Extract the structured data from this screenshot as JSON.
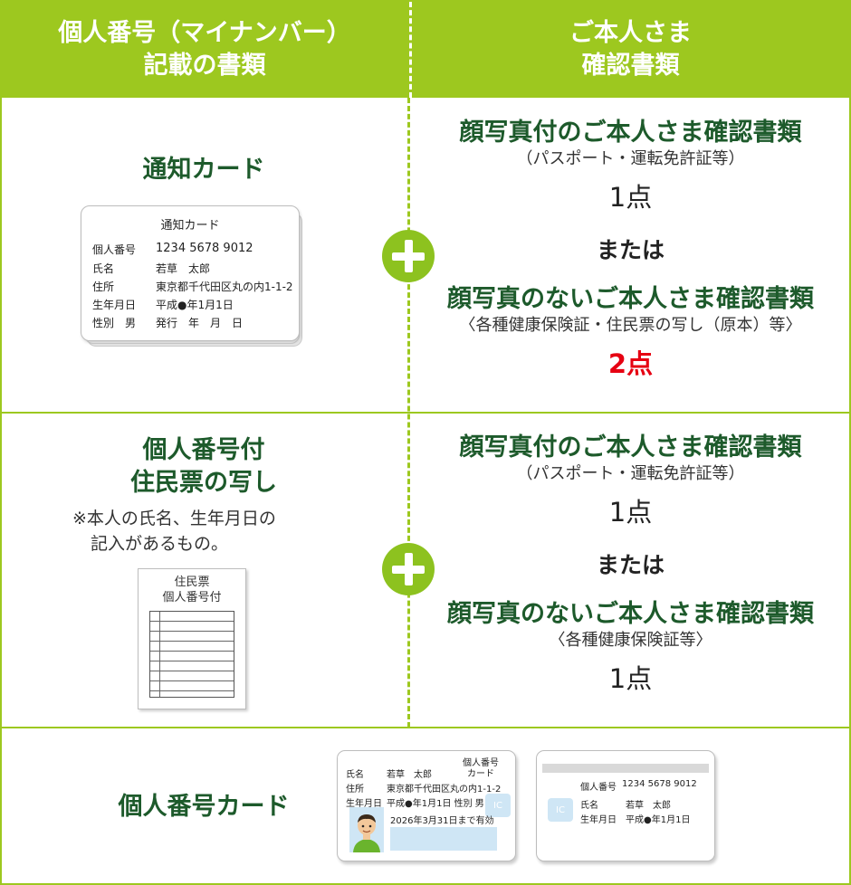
{
  "header": {
    "left": [
      "個人番号（マイナンバー）",
      "記載の書類"
    ],
    "right": [
      "ご本人さま",
      "確認書類"
    ]
  },
  "rows": [
    {
      "title": [
        "通知カード"
      ],
      "card": {
        "title": "通知カード",
        "fields": [
          {
            "key": "個人番号",
            "value": "1234  5678  9012"
          },
          {
            "key": "氏名",
            "value": "若草　太郎"
          },
          {
            "key": "住所",
            "value": "東京都千代田区丸の内1-1-2"
          },
          {
            "key": "生年月日",
            "value": "平成●年1月1日"
          },
          {
            "key": "性別　男",
            "value": "発行　年　月　日"
          }
        ]
      },
      "with_photo": {
        "title": "顔写真付のご本人さま確認書類",
        "sub": "（パスポート・運転免許証等）",
        "points": "1点"
      },
      "or": "または",
      "without_photo": {
        "title": "顔写真のないご本人さま確認書類",
        "sub": "〈各種健康保険証・住民票の写し（原本）等〉",
        "points": "2点"
      }
    },
    {
      "title": [
        "個人番号付",
        "住民票の写し"
      ],
      "note": [
        "※本人の氏名、生年月日の",
        "記入があるもの。"
      ],
      "doc": [
        "住民票",
        "個人番号付"
      ],
      "with_photo": {
        "title": "顔写真付のご本人さま確認書類",
        "sub": "（パスポート・運転免許証等）",
        "points": "1点"
      },
      "or": "または",
      "without_photo": {
        "title": "顔写真のないご本人さま確認書類",
        "sub": "〈各種健康保険証等〉",
        "points": "1点"
      }
    },
    {
      "title": "個人番号カード",
      "front": {
        "heading": [
          "個人番号",
          "カード"
        ],
        "name_label": "氏名",
        "name": "若草　太郎",
        "address_label": "住所",
        "address": "東京都千代田区丸の内1-1-2",
        "birth_label": "生年月日",
        "birth": "平成●年1月1日 性別 男",
        "valid": "2026年3月31日まで有効",
        "ic": "IC"
      },
      "back": {
        "number_label": "個人番号",
        "number": "1234  5678  9012",
        "name_label": "氏名",
        "name": "若草　太郎",
        "birth_label": "生年月日",
        "birth": "平成●年1月1日",
        "ic": "IC"
      }
    }
  ],
  "colors": {
    "green": "#9dc81f",
    "dark_green": "#1d5a2b",
    "red": "#e60012"
  }
}
